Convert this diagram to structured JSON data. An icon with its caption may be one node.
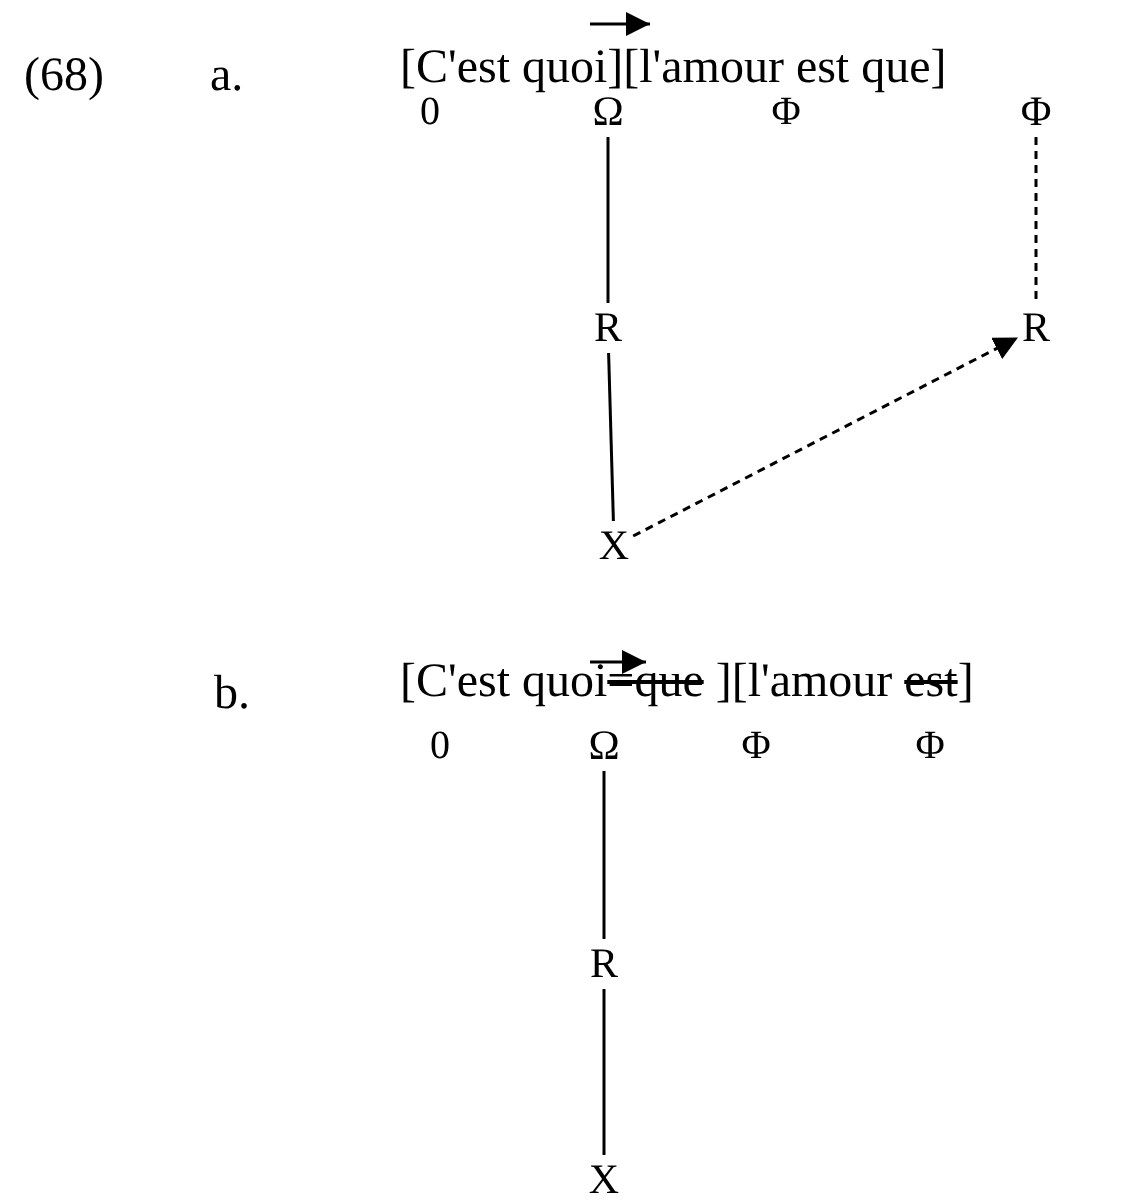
{
  "diagram": {
    "nodes": [
      {
        "text": [
          "Ω"
        ]
      },
      {
        "text": [
          "Φ"
        ]
      },
      {
        "text": [
          "R"
        ]
      },
      {
        "text": [
          "R"
        ]
      },
      {
        "text": [
          "X"
        ]
      },
      {
        "text": [
          "Ω"
        ]
      },
      {
        "text": [
          "R"
        ]
      },
      {
        "text": [
          "X"
        ]
      }
    ],
    "edges": [
      {
        "from": 0,
        "to": 2,
        "arrow": "none"
      },
      {
        "from": 2,
        "to": 4,
        "arrow": "none"
      },
      {
        "from": 4,
        "to": 3,
        "arrow": "to",
        "style": "dashed"
      },
      {
        "from": 1,
        "to": 3,
        "arrow": "none",
        "style": "dashed"
      },
      {
        "from": 5,
        "to": 6,
        "arrow": "none"
      },
      {
        "from": 6,
        "to": 7,
        "arrow": "none"
      }
    ],
    "labels": [
      "(68)",
      "a.",
      "[C'est quoi][l'amour est que]",
      "0",
      "Φ",
      "b.",
      "[C'est quoi",
      "=que",
      "][l'amour",
      "est",
      "]",
      "0",
      "Φ",
      "Φ"
    ]
  }
}
